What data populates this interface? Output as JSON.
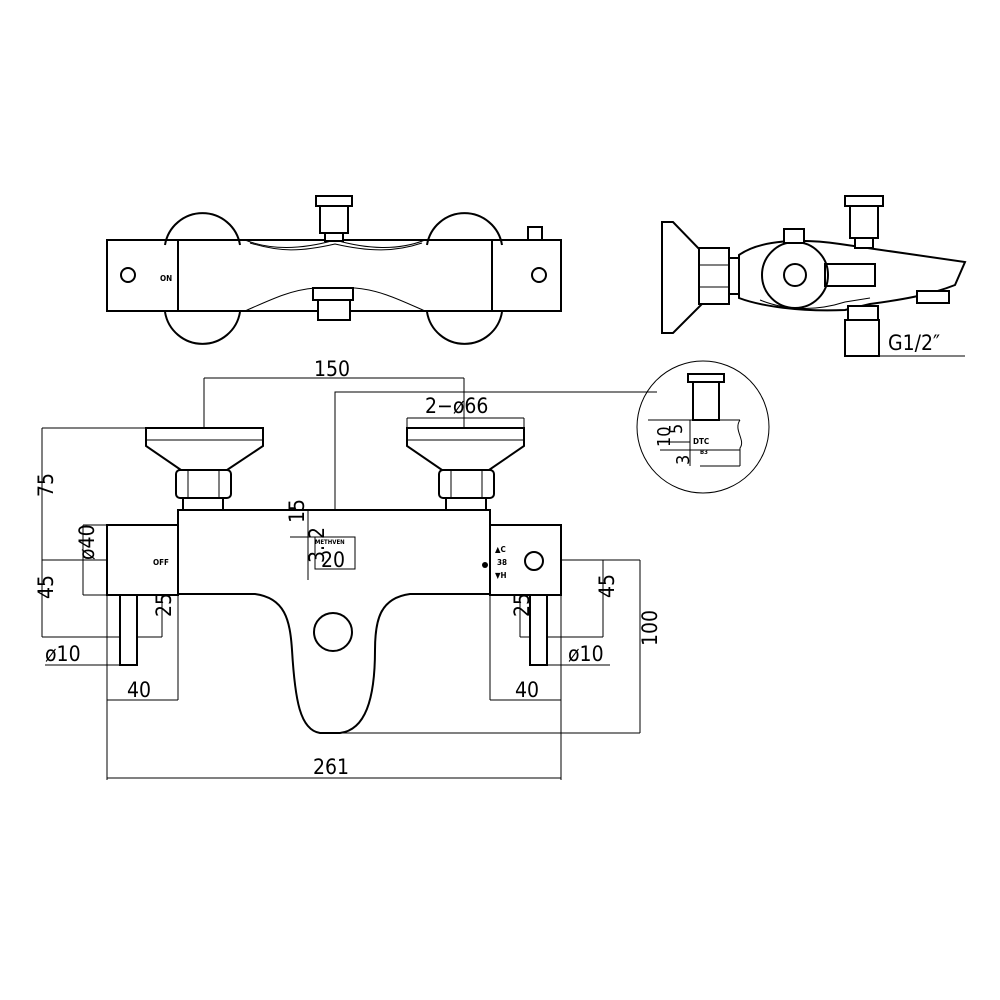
{
  "top_view": {
    "on_label": "ON"
  },
  "side_view": {
    "thread_label": "G1/2″"
  },
  "detail": {
    "dim_5": "5",
    "dim_10": "10",
    "dim_3": "3",
    "dtc_label": "DTC",
    "b3_label": "B3"
  },
  "front_view": {
    "dim_150": "150",
    "dim_2x66": "2−ø66",
    "dim_75": "75",
    "dim_45_left": "45",
    "dim_40_dia": "ø40",
    "dim_25_left": "25",
    "dim_10_left": "ø10",
    "dim_40_left": "40",
    "dim_15": "15",
    "dim_3_2": "3. 2",
    "method_label": "METHVEN",
    "dim_20": "20",
    "off_label": "OFF",
    "temp_c": "▲C",
    "temp_38": "38",
    "temp_h": "▼H",
    "dim_45_right": "45",
    "dim_25_right": "25",
    "dim_10_right": "ø10",
    "dim_100": "100",
    "dim_40_right": "40",
    "dim_261": "261"
  }
}
